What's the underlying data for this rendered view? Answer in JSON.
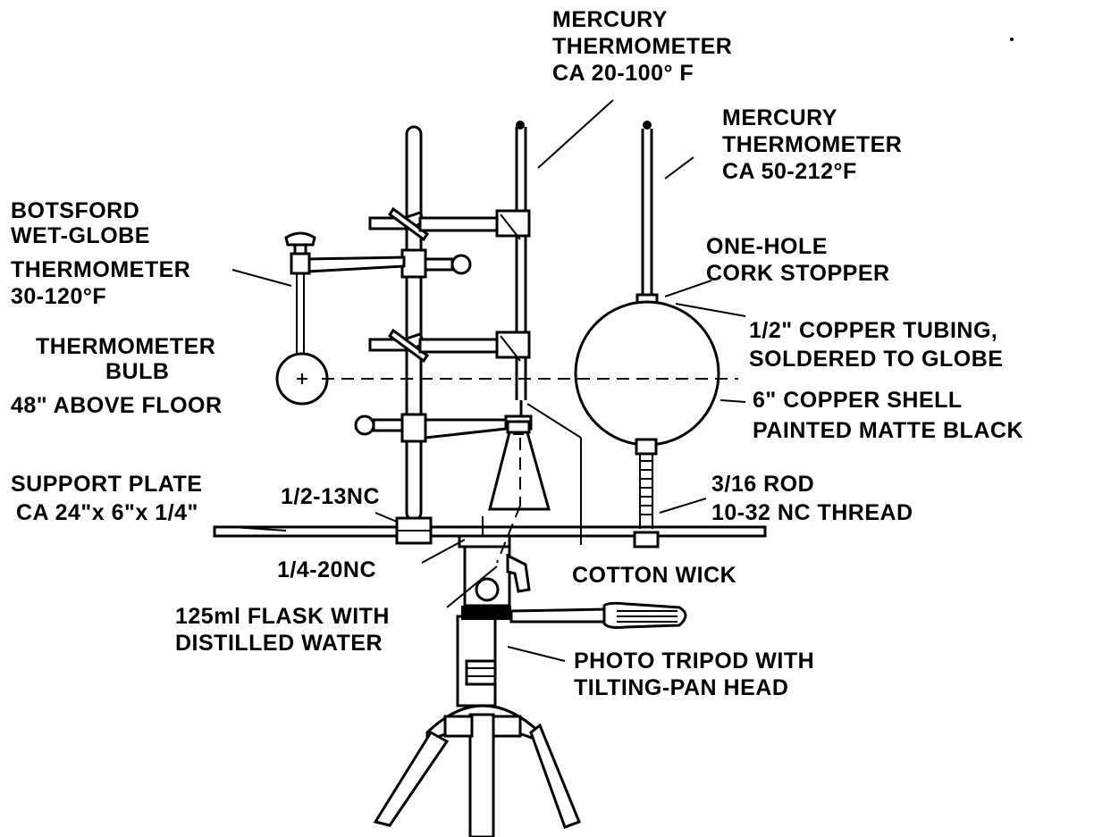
{
  "labels": {
    "merc1_l1": "MERCURY",
    "merc1_l2": "THERMOMETER",
    "merc1_l3": "CA 20-100° F",
    "merc2_l1": "MERCURY",
    "merc2_l2": "THERMOMETER",
    "merc2_l3": "CA 50-212°F",
    "bots_l1": "BOTSFORD",
    "bots_l2": "WET-GLOBE",
    "bots_l3": "THERMOMETER",
    "bots_l4": "30-120°F",
    "cork_l1": "ONE-HOLE",
    "cork_l2": "CORK STOPPER",
    "bulb_l1": "THERMOMETER",
    "bulb_l2": "BULB",
    "bulb_l3": "48\" ABOVE FLOOR",
    "tube_l1": "1/2\" COPPER TUBING,",
    "tube_l2": "SOLDERED TO GLOBE",
    "shell_l1": "6\" COPPER SHELL",
    "shell_l2": "PAINTED MATTE BLACK",
    "plate_l1": "SUPPORT PLATE",
    "plate_l2": "CA 24\"x 6\"x 1/4\"",
    "nc13": "1/2-13NC",
    "rod_l1": "3/16  ROD",
    "rod_l2": "10-32 NC THREAD",
    "nc20": "1/4-20NC",
    "wick": "COTTON WICK",
    "flask_l1": "125ml FLASK WITH",
    "flask_l2": "DISTILLED WATER",
    "tripod_l1": "PHOTO TRIPOD WITH",
    "tripod_l2": "TILTING-PAN HEAD"
  }
}
